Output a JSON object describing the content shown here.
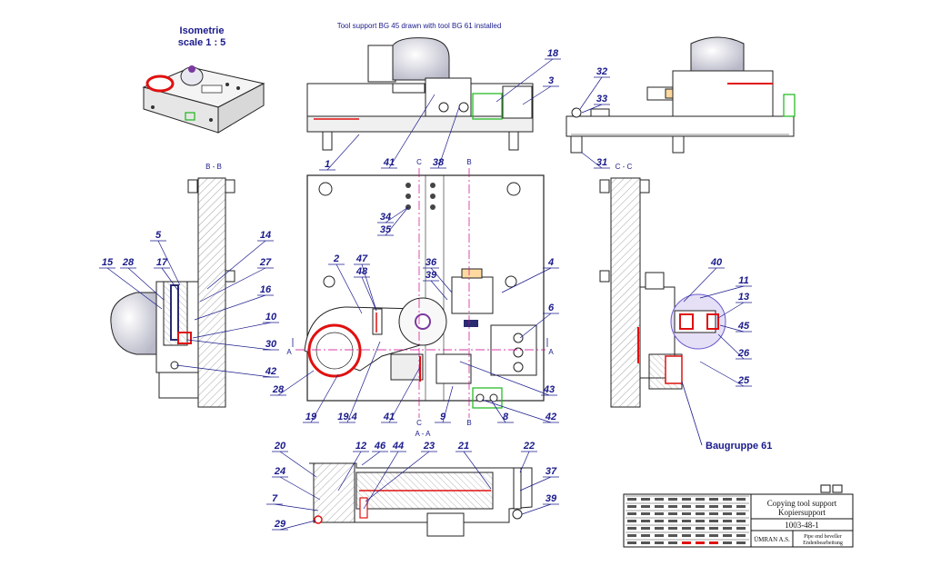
{
  "isometric": {
    "title": "Isometrie",
    "scale": "scale 1 : 5"
  },
  "caption": "Tool support BG 45 drawn with tool BG 61 installed",
  "views": {
    "bb": "B - B",
    "cc": "C - C",
    "aa": "A - A",
    "a": "A",
    "b": "B",
    "c": "C"
  },
  "assembly_label": "Baugruppe 61",
  "title_block": {
    "title_en": "Copying tool support",
    "title_de": "Kopiersupport",
    "drawing_no": "1003-48-1",
    "company": "ÜMRAN A.S.",
    "group_en": "Pipe end beveller",
    "group_de": "Endenbearbeitung"
  },
  "callouts": [
    "1",
    "2",
    "3",
    "4",
    "5",
    "6",
    "7",
    "8",
    "9",
    "10",
    "11",
    "12",
    "13",
    "14",
    "15",
    "16",
    "17",
    "18",
    "19",
    "19.4",
    "20",
    "21",
    "22",
    "23",
    "24",
    "25",
    "26",
    "27",
    "28",
    "29",
    "30",
    "31",
    "32",
    "33",
    "34",
    "35",
    "36",
    "37",
    "38",
    "39",
    "40",
    "41",
    "42",
    "43",
    "44",
    "45",
    "46",
    "47",
    "48"
  ],
  "colors": {
    "outline": "#1a1a1a",
    "callout": "#1a1a8c",
    "centerline": "#d0008a",
    "highlight_red": "#e01010",
    "highlight_green": "#18b818",
    "cap_purple": "#6a5acd",
    "hatch": "#777777"
  }
}
